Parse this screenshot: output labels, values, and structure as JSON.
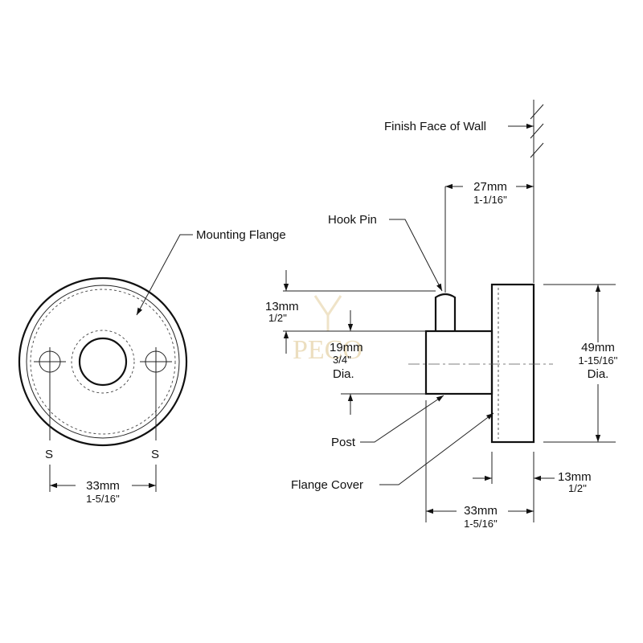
{
  "labels": {
    "finish_face": "Finish Face of Wall",
    "hook_pin": "Hook Pin",
    "mounting_flange": "Mounting Flange",
    "post": "Post",
    "flange_cover": "Flange Cover",
    "screw_left": "S",
    "screw_right": "S"
  },
  "dimensions": {
    "front_width": {
      "metric": "33mm",
      "imperial": "1-5/16''"
    },
    "projection": {
      "metric": "27mm",
      "imperial": "1-1/16''"
    },
    "pin_length": {
      "metric": "13mm",
      "imperial": "1/2''"
    },
    "post_dia": {
      "metric": "19mm",
      "imperial": "3/4''",
      "suffix": "Dia."
    },
    "flange_dia": {
      "metric": "49mm",
      "imperial": "1-15/16''",
      "suffix": "Dia."
    },
    "flange_depth": {
      "metric": "13mm",
      "imperial": "1/2''"
    },
    "side_width": {
      "metric": "33mm",
      "imperial": "1-5/16''"
    }
  },
  "watermark": {
    "text": "PECO"
  }
}
